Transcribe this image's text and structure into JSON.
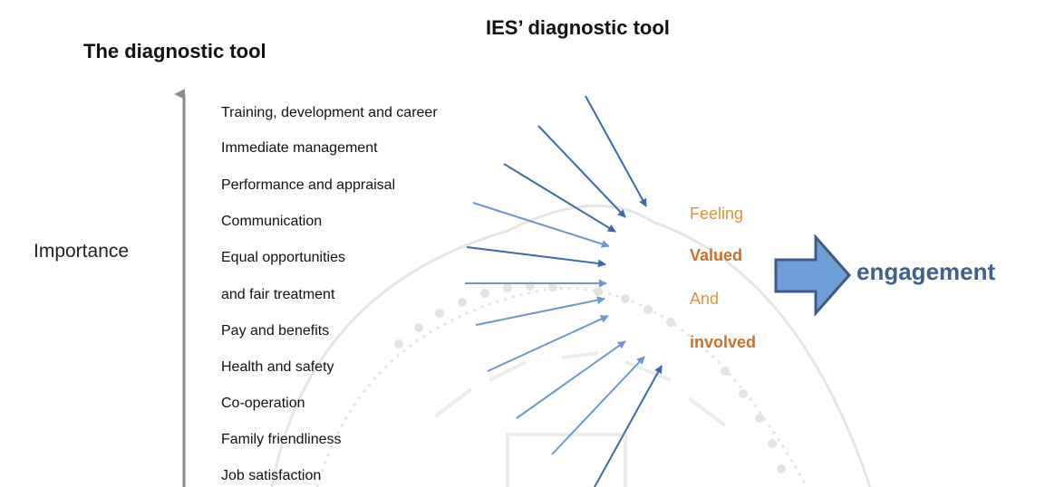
{
  "titles": {
    "ies_tool": "IES’ diagnostic tool",
    "main_tool": "The diagnostic tool"
  },
  "axis": {
    "label": "Importance"
  },
  "factors": [
    "Training, development and career",
    "Immediate management",
    "Performance and appraisal",
    "Communication",
    "Equal opportunities",
    "and fair treatment",
    "Pay and benefits",
    "Health and safety",
    "Co-operation",
    "Family friendliness",
    "Job satisfaction"
  ],
  "outcome": {
    "line1": "Feeling",
    "line2": "Valued",
    "line3": "And",
    "line4": "involved"
  },
  "result": {
    "label": "engagement"
  },
  "colors": {
    "arrow_dark": "#3d6aa8",
    "arrow_light": "#6b98d0",
    "axis_arrow": "#8a8a8a",
    "outcome_text": "#e69138",
    "outcome_bold": "#cc6f28",
    "engagement_text": "#3f5f8f",
    "block_arrow_fill": "#6f9fd8",
    "block_arrow_stroke": "#3e5b85"
  }
}
